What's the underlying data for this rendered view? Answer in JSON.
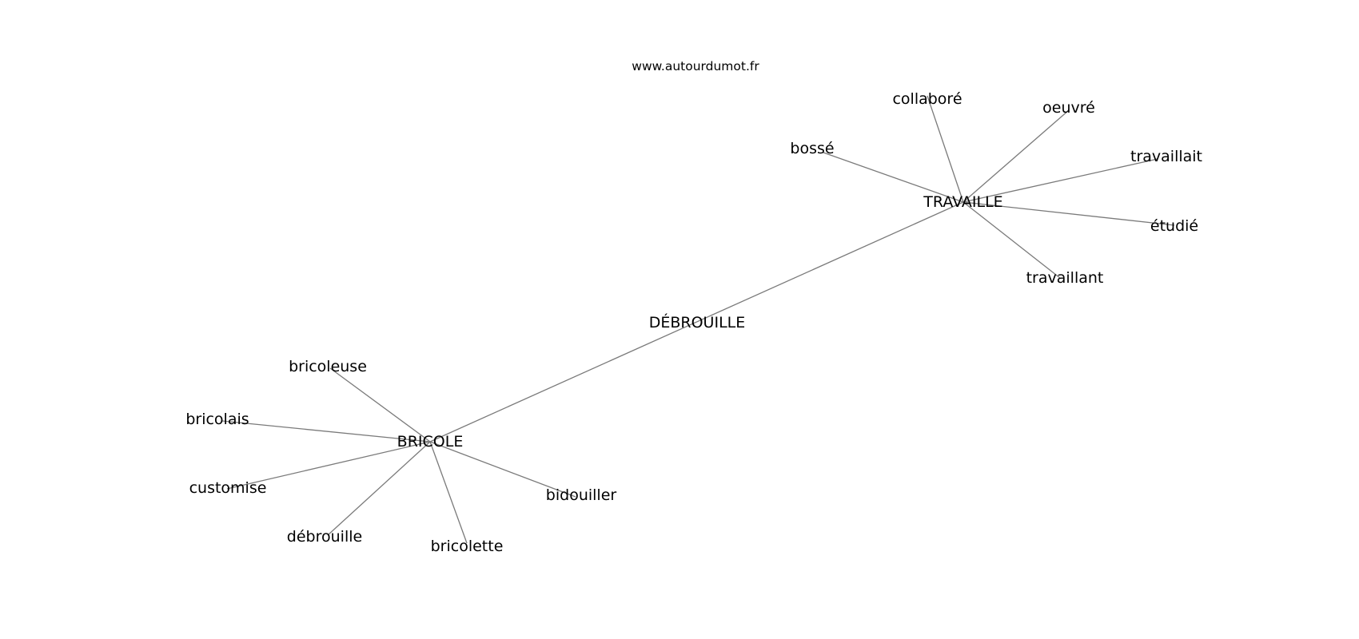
{
  "watermark": "www.autourdumot.fr",
  "graph": {
    "nodes": [
      {
        "id": "debrouille_center",
        "label": "DÉBROUILLE"
      },
      {
        "id": "travaille",
        "label": "TRAVAILLE"
      },
      {
        "id": "bricole",
        "label": "BRICOLE"
      },
      {
        "id": "collabore",
        "label": "collaboré"
      },
      {
        "id": "oeuvre",
        "label": "oeuvré"
      },
      {
        "id": "bosse",
        "label": "bossé"
      },
      {
        "id": "travaillait",
        "label": "travaillait"
      },
      {
        "id": "etudie",
        "label": "étudié"
      },
      {
        "id": "travaillant",
        "label": "travaillant"
      },
      {
        "id": "bricoleuse",
        "label": "bricoleuse"
      },
      {
        "id": "bricolais",
        "label": "bricolais"
      },
      {
        "id": "customise",
        "label": "customise"
      },
      {
        "id": "debrouille",
        "label": "débrouille"
      },
      {
        "id": "bricolette",
        "label": "bricolette"
      },
      {
        "id": "bidouiller",
        "label": "bidouiller"
      }
    ],
    "edges": [
      [
        "bricole",
        "travaille"
      ],
      [
        "travaille",
        "collabore"
      ],
      [
        "travaille",
        "oeuvre"
      ],
      [
        "travaille",
        "bosse"
      ],
      [
        "travaille",
        "travaillait"
      ],
      [
        "travaille",
        "etudie"
      ],
      [
        "travaille",
        "travaillant"
      ],
      [
        "bricole",
        "bricoleuse"
      ],
      [
        "bricole",
        "bricolais"
      ],
      [
        "bricole",
        "customise"
      ],
      [
        "bricole",
        "debrouille"
      ],
      [
        "bricole",
        "bricolette"
      ],
      [
        "bricole",
        "bidouiller"
      ]
    ]
  }
}
